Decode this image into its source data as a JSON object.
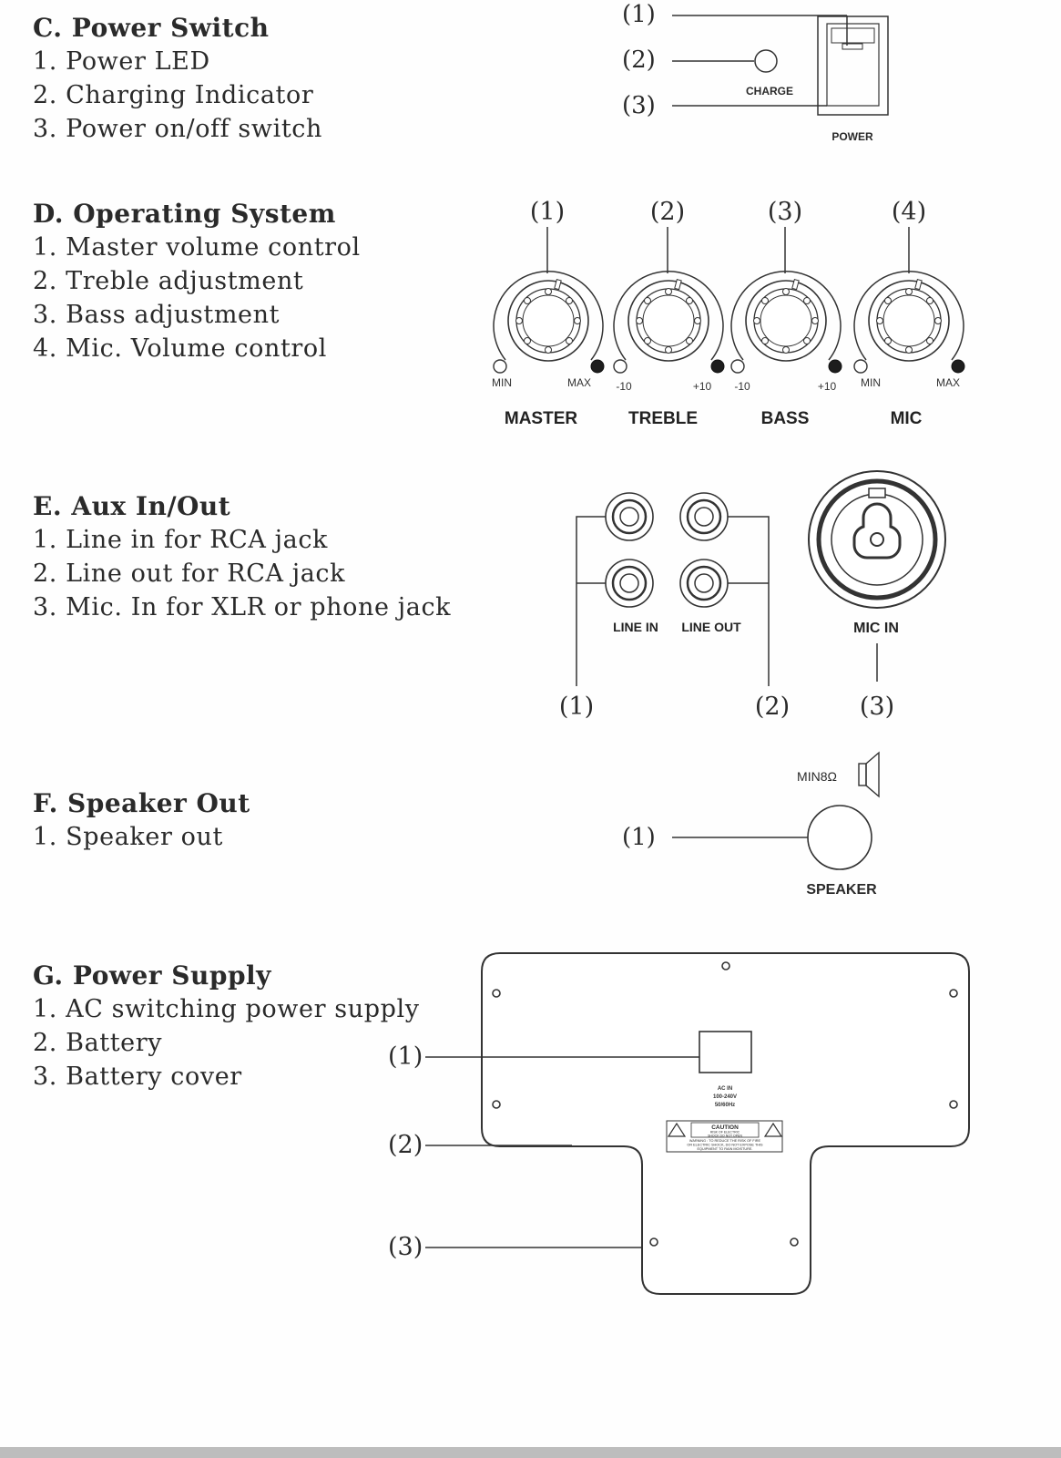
{
  "sections": [
    {
      "title": "C. Power Switch",
      "items": [
        "1. Power LED",
        "2. Charging  Indicator",
        "3. Power on/off switch"
      ]
    },
    {
      "title": "D. Operating System",
      "items": [
        "1. Master volume control",
        "2. Treble adjustment",
        "3. Bass adjustment",
        "4. Mic. Volume control"
      ]
    },
    {
      "title": "E. Aux In/Out",
      "items": [
        "1. Line in for RCA jack",
        "2. Line out for RCA jack",
        "3. Mic. In for XLR or phone jack"
      ]
    },
    {
      "title": "F. Speaker Out",
      "items": [
        "1. Speaker out"
      ]
    },
    {
      "title": "G. Power Supply",
      "items": [
        "1. AC switching power supply",
        "2. Battery",
        "3. Battery cover"
      ]
    }
  ],
  "power_switch": {
    "callouts": [
      "(1)",
      "(2)",
      "(3)"
    ],
    "charge_label": "CHARGE",
    "power_label": "POWER"
  },
  "operating_system": {
    "callouts": [
      "(1)",
      "(2)",
      "(3)",
      "(4)"
    ],
    "knobs": [
      {
        "name": "MASTER",
        "min": "MIN",
        "max": "MAX"
      },
      {
        "name": "TREBLE",
        "min": "-10",
        "max": "+10"
      },
      {
        "name": "BASS",
        "min": "-10",
        "max": "+10"
      },
      {
        "name": "MIC",
        "min": "MIN",
        "max": "MAX"
      }
    ]
  },
  "aux": {
    "line_in_label": "LINE IN",
    "line_out_label": "LINE OUT",
    "mic_in_label": "MIC IN",
    "callouts": [
      "(1)",
      "(2)",
      "(3)"
    ]
  },
  "speaker": {
    "impedance_label": "MIN8Ω",
    "speaker_label": "SPEAKER",
    "callout": "(1)"
  },
  "power_supply": {
    "callouts": [
      "(1)",
      "(2)",
      "(3)"
    ],
    "ac_label_line1": "AC  IN",
    "ac_label_line2": "100-240V",
    "ac_label_line3": "50/60Hz",
    "caution_title": "CAUTION",
    "caution_sub1": "RISK OF ELECTRIC",
    "caution_sub2": "SHOCK DO NOT OPEN",
    "warning_line1": "WARNING : TO REDUCE THE RISK OF FIRE",
    "warning_line2": "OR ELECTRIC SHOCK, DO NOT EXPOSE THIS",
    "warning_line3": "EQUIPMENT TO RAIN MOISTURE."
  }
}
